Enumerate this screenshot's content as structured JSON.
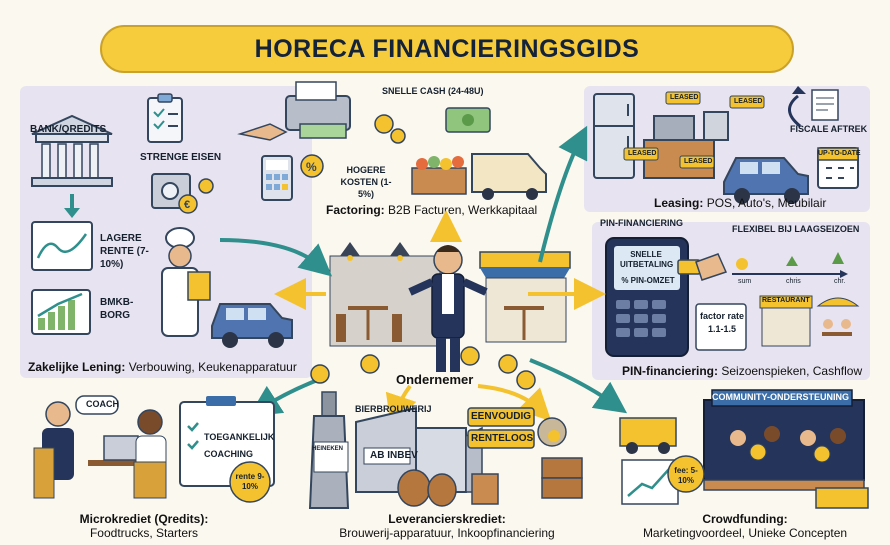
{
  "title": "HORECA FINANCIERINGSGIDS",
  "center": {
    "label": "Ondernemer"
  },
  "zakelijke_lening": {
    "tag_bank": "BANK/QREDITS",
    "tag_eisen": "STRENGE EISEN",
    "tag_rente": "LAGERE RENTE (7-10%)",
    "tag_borg": "BMKB-BORG",
    "caption_bold": "Zakelijke Lening:",
    "caption_rest": "Verbouwing, Keukenapparatuur"
  },
  "factoring": {
    "tag_cash": "SNELLE CASH (24-48U)",
    "tag_kosten": "HOGERE KOSTEN (1-5%)",
    "caption_bold": "Factoring:",
    "caption_rest": "B2B Facturen, Werkkapitaal"
  },
  "leasing": {
    "tag_fiscal": "FISCALE AFTREK",
    "tag_leased": "LEASED",
    "tag_uptodate": "UP-TO-DATE",
    "caption_bold": "Leasing:",
    "caption_rest": "POS, Auto's, Meubilair"
  },
  "pin": {
    "tag_title": "PIN-FINANCIERING",
    "tag_snelle": "SNELLE UITBETALING",
    "tag_omzet": "% PIN-OMZET",
    "tag_flex": "FLEXIBEL BIJ LAAGSEIZOEN",
    "season_labels": [
      "sum",
      "chris",
      "chr."
    ],
    "factor": "factor rate 1.1-1.5",
    "restaurant": "RESTAURANT",
    "caption_bold": "PIN-financiering:",
    "caption_rest": "Seizoenspieken, Cashflow"
  },
  "microkrediet": {
    "tag_coach": "COACH",
    "check_items": [
      "TOEGANKELIJK",
      "COACHING"
    ],
    "rente": "rente 9-10%",
    "caption_bold": "Microkrediet (Qredits):",
    "caption_rest": "Foodtrucks, Starters"
  },
  "leverancier": {
    "tag_brewery": "BIERBROUWERIJ",
    "tag_abinbev": "AB INBEV",
    "tag_heineken": "HEINEKEN",
    "tag_eenvoudig": "EENVOUDIG",
    "tag_renteloos": "RENTELOOS",
    "caption_bold": "Leverancierskrediet:",
    "caption_rest": "Brouwerij-apparatuur, Inkoopfinanciering"
  },
  "crowdfunding": {
    "tag_community": "COMMUNITY-ONDERSTEUNING",
    "fee": "fee: 5-10%",
    "caption_bold": "Crowdfunding:",
    "caption_rest": "Marketingvoordeel, Unieke Concepten"
  },
  "colors": {
    "banner": "#f6cb3c",
    "panel": "#e8e3f0",
    "arrow": "#2f8f8c",
    "accent_yellow": "#f3c22e",
    "navy": "#24345a"
  }
}
